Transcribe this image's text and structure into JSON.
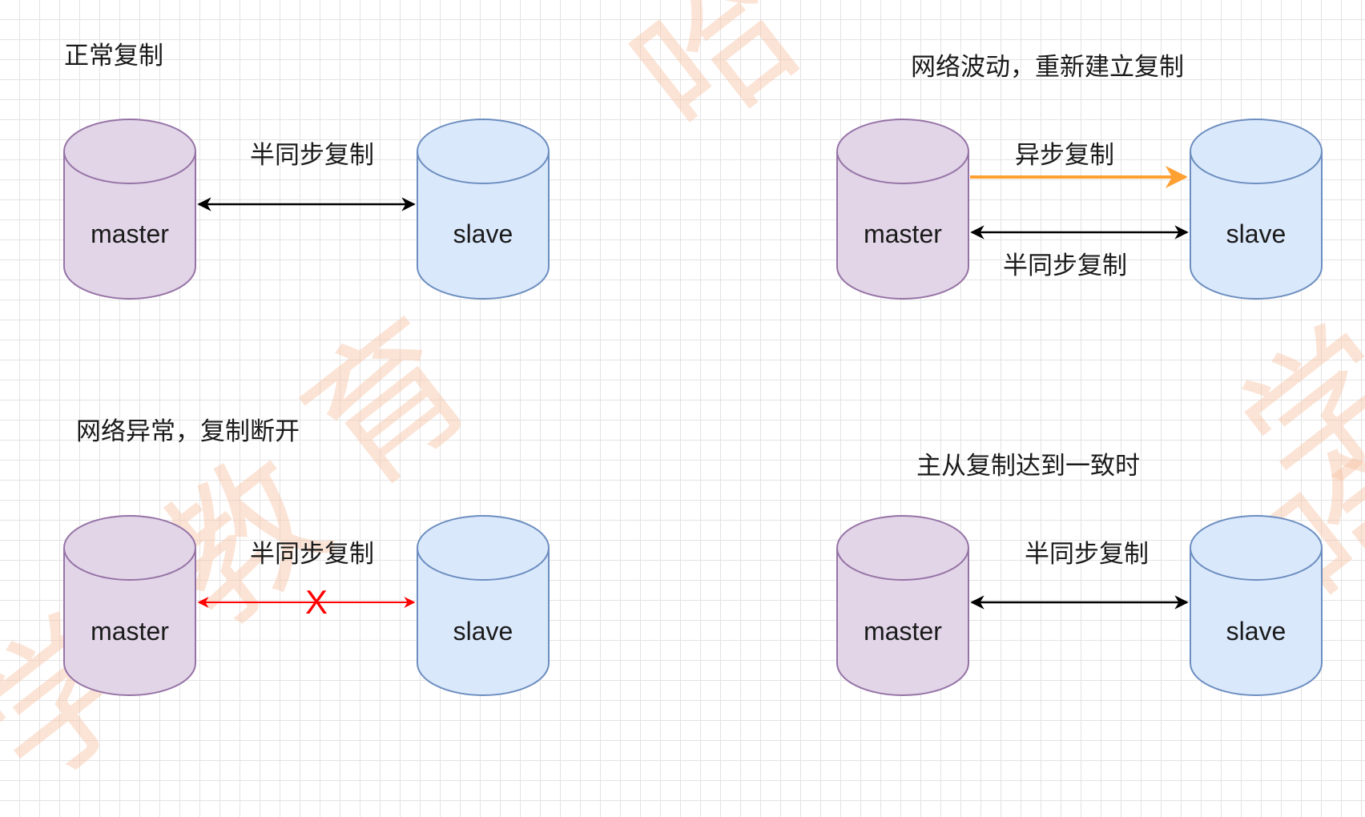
{
  "watermark": [
    "哈",
    "哈",
    "教",
    "育",
    "学",
    "学"
  ],
  "panels": {
    "top_left": {
      "heading": "正常复制",
      "master": "master",
      "slave": "slave",
      "link_label": "半同步复制"
    },
    "bottom_left": {
      "heading": "网络异常，复制断开",
      "master": "master",
      "slave": "slave",
      "link_label": "半同步复制",
      "break_mark": "X"
    },
    "top_right": {
      "heading": "网络波动，重新建立复制",
      "master": "master",
      "slave": "slave",
      "async_label": "异步复制",
      "link_label": "半同步复制"
    },
    "bottom_right": {
      "heading": "主从复制达到一致时",
      "master": "master",
      "slave": "slave",
      "link_label": "半同步复制"
    }
  },
  "colors": {
    "master_fill": "#e1d5e7",
    "master_stroke": "#9673a6",
    "slave_fill": "#dae8fc",
    "slave_stroke": "#6c8ebf",
    "normal_arrow": "#000000",
    "broken_arrow": "#ff0000",
    "async_arrow": "#ffa033"
  }
}
